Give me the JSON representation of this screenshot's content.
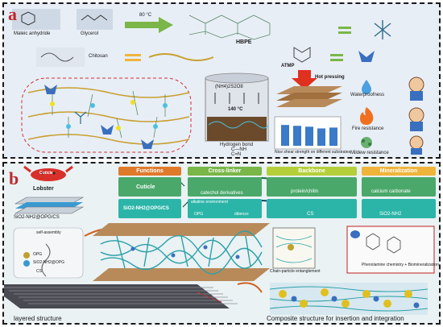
{
  "panel_a": {
    "label": "a",
    "maleic": "Maleic anhydride",
    "glycerol": "Glycerol",
    "temp1": "80 °C",
    "hbpe": "HBPE",
    "chitosan": "Chitosan",
    "atmp": "ATMP",
    "ammonium": "(NH4)2S2O8",
    "temp2": "140 °C",
    "hot_pressing": "Hot pressing",
    "hydrogen_bond": "Hydrogen bond",
    "amide": "C—NH",
    "imine": "C=N",
    "shear_caption": "Nice shear strength on different substrates",
    "waterproofness": "Waterproofness",
    "fire": "Fire resistance",
    "mildew": "Mildew resistance",
    "bar_values": [
      1.2,
      1.15,
      1.1,
      1.0,
      1.05
    ]
  },
  "panel_b": {
    "label": "b",
    "cuticle_top": "Cuticle",
    "lobster": "Lobster",
    "composite_label": "SiO2-NH2@OPG/CS",
    "headers": [
      "Functions",
      "Cross-linker",
      "Backbone",
      "Mineralization"
    ],
    "row1": [
      "Cuticle",
      "catechol derivatives",
      "protein/chitin",
      "calcium carbonate"
    ],
    "row2": [
      "SiO2-NH2@OPG/CS",
      "OPG",
      "CS",
      "SiO2-NH2"
    ],
    "row2_sub": "dibenzo",
    "row2_sub2": "alkaline environment",
    "self_assembly": "self-assembly",
    "opg": "OPG",
    "sio2": "SiO2-NH2@OPG",
    "cs": "CS",
    "chain_particle": "Chain-particle entanglement",
    "phenolamine": "Phenolamine chemistry + Biomineralization",
    "layered": "layered structure",
    "composite_structure": "Composite structure for insertion and integration"
  },
  "colors": {
    "panel_label": "#c0282c",
    "header_orange": "#e07a2b",
    "header_green": "#7ab648",
    "header_lime": "#b5cf3a",
    "header_yellow": "#f0b43a",
    "cell_green": "#4aa86a",
    "cell_teal": "#2bb5a8"
  }
}
